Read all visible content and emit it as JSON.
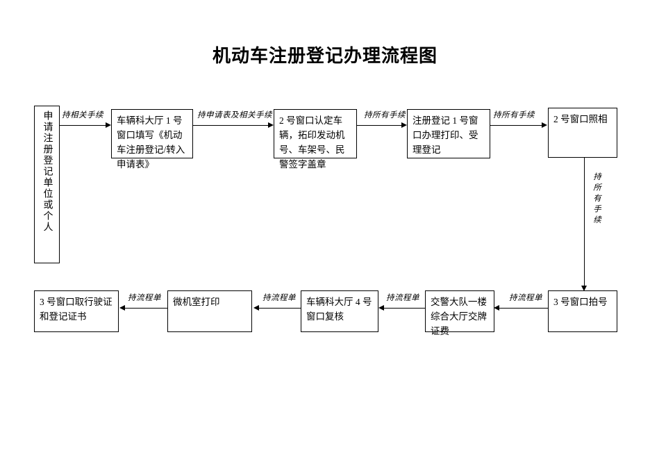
{
  "document": {
    "title": "机动车注册登记办理流程图"
  },
  "flowchart": {
    "type": "flowchart",
    "orientation": "serpentine-two-rows",
    "nodes": [
      {
        "id": "n1",
        "label": "申请注册登记单位或个人",
        "orientation": "vertical",
        "row": 1
      },
      {
        "id": "n2",
        "label": "车辆科大厅 1 号窗口填写《机动车注册登记/转入申请表》",
        "orientation": "horizontal",
        "row": 1
      },
      {
        "id": "n3",
        "label": "2 号窗口认定车辆，拓印发动机号、车架号、民警签字盖章",
        "orientation": "horizontal",
        "row": 1
      },
      {
        "id": "n4",
        "label": "注册登记 1 号窗口办理打印、受理登记",
        "orientation": "horizontal",
        "row": 1
      },
      {
        "id": "n5",
        "label": "2 号窗口照相",
        "orientation": "horizontal",
        "row": 1
      },
      {
        "id": "n6",
        "label": "3 号窗口拍号",
        "orientation": "horizontal",
        "row": 2
      },
      {
        "id": "n7",
        "label": "交警大队一楼综合大厅交牌证费",
        "orientation": "horizontal",
        "row": 2
      },
      {
        "id": "n8",
        "label": "车辆科大厅 4 号窗口复核",
        "orientation": "horizontal",
        "row": 2
      },
      {
        "id": "n9",
        "label": "微机室打印",
        "orientation": "horizontal",
        "row": 2
      },
      {
        "id": "n10",
        "label": "3 号窗口取行驶证和登记证书",
        "orientation": "horizontal",
        "row": 2
      }
    ],
    "edges": [
      {
        "from": "n1",
        "to": "n2",
        "label": "持相关手续",
        "direction": "right"
      },
      {
        "from": "n2",
        "to": "n3",
        "label": "持申请表及相关手续",
        "direction": "right"
      },
      {
        "from": "n3",
        "to": "n4",
        "label": "持所有手续",
        "direction": "right"
      },
      {
        "from": "n4",
        "to": "n5",
        "label": "持所有手续",
        "direction": "right"
      },
      {
        "from": "n5",
        "to": "n6",
        "label": "持所有手续",
        "direction": "down"
      },
      {
        "from": "n6",
        "to": "n7",
        "label": "持流程单",
        "direction": "left"
      },
      {
        "from": "n7",
        "to": "n8",
        "label": "持流程单",
        "direction": "left"
      },
      {
        "from": "n8",
        "to": "n9",
        "label": "持流程单",
        "direction": "left"
      },
      {
        "from": "n9",
        "to": "n10",
        "label": "持流程单",
        "direction": "left"
      }
    ]
  }
}
